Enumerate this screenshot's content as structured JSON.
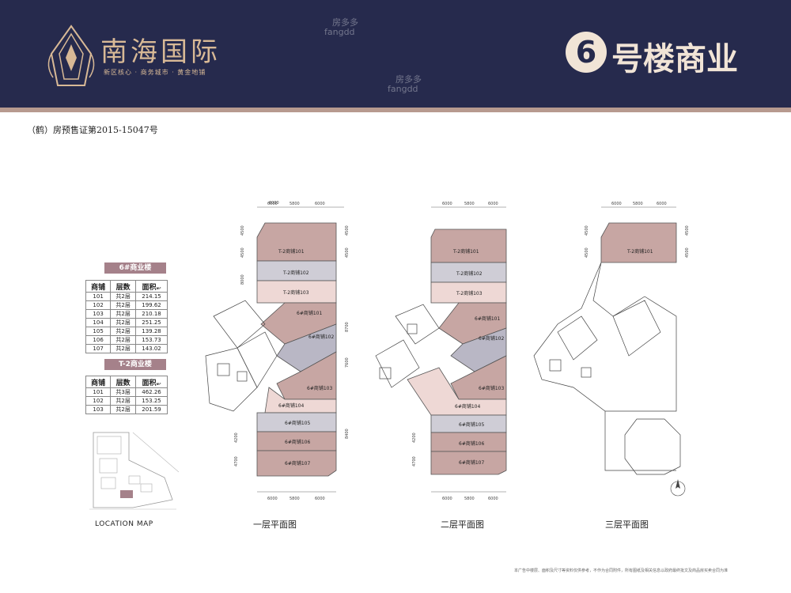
{
  "header": {
    "brand_name": "南海国际",
    "brand_slogan": "新区核心 · 商务城市 · 黄金地铺",
    "title_number": "6",
    "title_text": "号楼商业",
    "watermarks": [
      "房多多",
      "fangdd",
      "房多多",
      "fangdd"
    ]
  },
  "license": "（鹤）房预售证第2015-15047号",
  "tables": {
    "building6": {
      "title": "6#商业楼",
      "headers": [
        "商铺",
        "层数",
        "面积"
      ],
      "area_unit": "m²",
      "rows": [
        [
          "101",
          "共2层",
          "214.15"
        ],
        [
          "102",
          "共2层",
          "199.62"
        ],
        [
          "103",
          "共2层",
          "210.18"
        ],
        [
          "104",
          "共2层",
          "251.25"
        ],
        [
          "105",
          "共2层",
          "139.28"
        ],
        [
          "106",
          "共2层",
          "153.73"
        ],
        [
          "107",
          "共2层",
          "143.02"
        ]
      ]
    },
    "t2": {
      "title": "T-2商业楼",
      "headers": [
        "商铺",
        "层数",
        "面积"
      ],
      "area_unit": "m²",
      "rows": [
        [
          "101",
          "共3层",
          "462.26"
        ],
        [
          "102",
          "共2层",
          "153.25"
        ],
        [
          "103",
          "共2层",
          "201.59"
        ]
      ]
    }
  },
  "location_map_label": "LOCATION MAP",
  "plans": {
    "floor1": {
      "label": "一层平面图",
      "top_dims": [
        "6000",
        "5800",
        "6000"
      ],
      "bottom_dims": [
        "6000",
        "5800",
        "6000"
      ],
      "left_dims": [
        "4500",
        "4500",
        "8000",
        "4200",
        "4700"
      ],
      "right_dims": [
        "4500",
        "4500",
        "8700",
        "7600",
        "8400"
      ],
      "rooms": [
        "T-2商铺101",
        "T-2商铺102",
        "T-2商铺103",
        "6#商铺101",
        "6#商铺102",
        "6#商铺103",
        "6#商铺104",
        "6#商铺105",
        "6#商铺106",
        "6#商铺107"
      ]
    },
    "floor2": {
      "label": "二层平面图",
      "top_dims": [
        "6000",
        "5800",
        "6000"
      ],
      "bottom_dims": [
        "6000",
        "5800",
        "6000"
      ],
      "left_dims": [
        "4200",
        "4700"
      ],
      "rooms": [
        "T-2商铺101",
        "T-2商铺102",
        "T-2商铺103",
        "6#商铺101",
        "6#商铺102",
        "6#商铺103",
        "6#商铺104",
        "6#商铺105",
        "6#商铺106",
        "6#商铺107"
      ]
    },
    "floor3": {
      "label": "三层平面图",
      "top_dims": [
        "6000",
        "5800",
        "6000"
      ],
      "left_dims": [
        "4500",
        "4500"
      ],
      "right_dims": [
        "4500",
        "4500"
      ],
      "rooms": [
        "T-2商铺101"
      ]
    }
  },
  "footnote": "本广告中楼层、面积及尺寸等资料仅供参考，不作为合同附件，所有图纸及相关信息以政府最终批文及商品房买卖合同为准"
}
